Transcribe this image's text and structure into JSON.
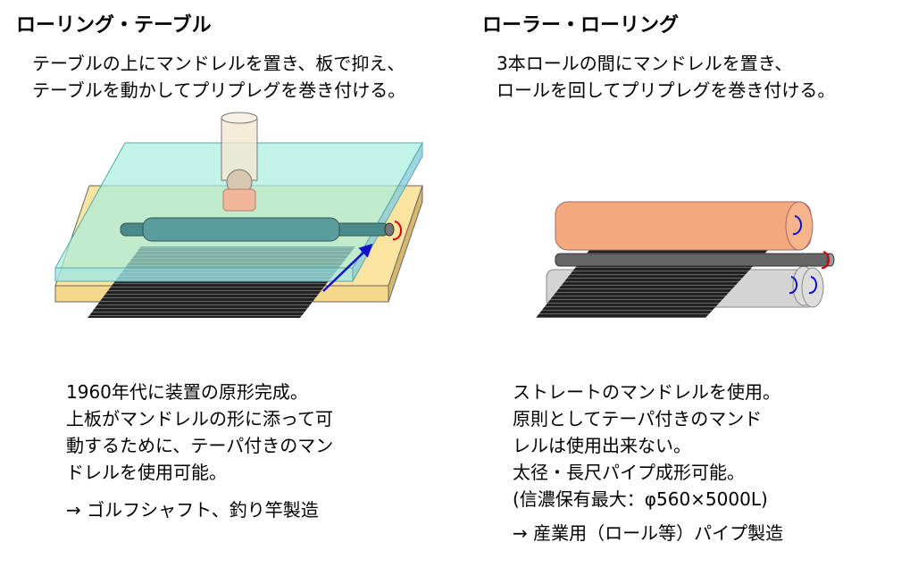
{
  "left": {
    "title": "ローリング・テーブル",
    "description": [
      "テーブルの上にマンドレルを置き、板で抑え、",
      "テーブルを動かしてプリプレグを巻き付ける。"
    ],
    "notes": [
      "1960年代に装置の原形完成。",
      "上板がマンドレルの形に添って可",
      "動するために、テーパ付きのマン",
      "ドレルを使用可能。"
    ],
    "result": "→ ゴルフシャフト、釣り竿製造"
  },
  "right": {
    "title": "ローラー・ローリング",
    "description": [
      "3本ロールの間にマンドレルを置き、",
      "ロールを回してプリプレグを巻き付ける。"
    ],
    "notes": [
      "ストレートのマンドレルを使用。",
      "原則としてテーパ付きのマンド",
      "レルは使用出来ない。",
      "太径・長尺パイプ成形可能。",
      "(信濃保有最大：φ560×5000L)"
    ],
    "result": "→ 産業用（ロール等）パイプ製造"
  }
}
